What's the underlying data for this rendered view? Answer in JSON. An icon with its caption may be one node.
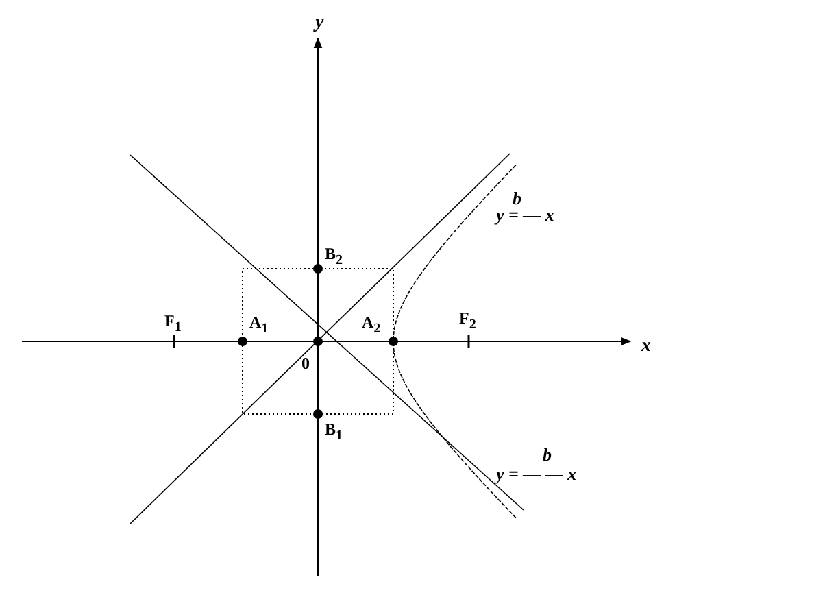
{
  "diagram": {
    "labels": [
      "y",
      "B$_{2}$",
      "F$_{1}$",
      "A$_{1}$",
      "A$_{2}$",
      "F$_{2}$",
      "x",
      "0",
      "B$_{1}$",
      "b",
      "y = — x",
      "b",
      "y = — — x"
    ]
  }
}
